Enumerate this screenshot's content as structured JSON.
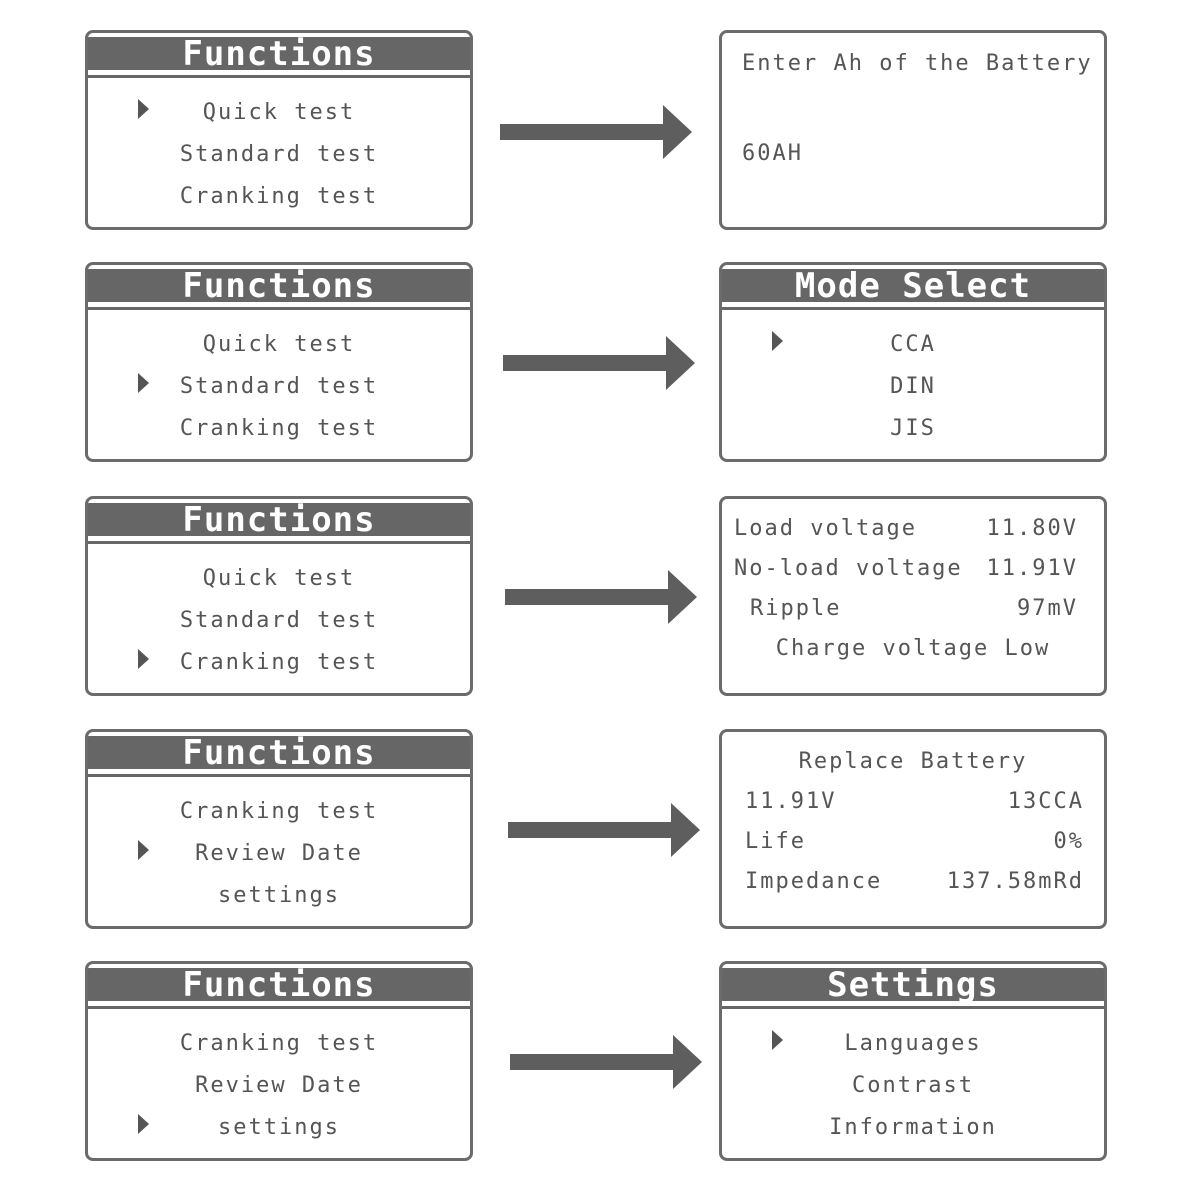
{
  "rows": [
    {
      "left": {
        "title": "Functions",
        "items": [
          "Quick test",
          "Standard test",
          "Cranking test"
        ],
        "selected_index": 0
      },
      "right": {
        "type": "input",
        "prompt": "Enter Ah of the Battery",
        "value": "60AH"
      }
    },
    {
      "left": {
        "title": "Functions",
        "items": [
          "Quick test",
          "Standard test",
          "Cranking test"
        ],
        "selected_index": 1
      },
      "right": {
        "type": "menu",
        "title": "Mode Select",
        "items": [
          "CCA",
          "DIN",
          "JIS"
        ],
        "selected_index": 0
      }
    },
    {
      "left": {
        "title": "Functions",
        "items": [
          "Quick test",
          "Standard test",
          "Cranking test"
        ],
        "selected_index": 2
      },
      "right": {
        "type": "readout",
        "lines": [
          {
            "label": "Load voltage",
            "value": "11.80V"
          },
          {
            "label": "No-load voltage",
            "value": "11.91V"
          },
          {
            "label": "Ripple",
            "value": "97mV"
          }
        ],
        "footer": "Charge voltage Low"
      }
    },
    {
      "left": {
        "title": "Functions",
        "items": [
          "Cranking test",
          "Review Date",
          "settings"
        ],
        "selected_index": 1
      },
      "right": {
        "type": "result",
        "heading": "Replace Battery",
        "lines": [
          {
            "label": "11.91V",
            "value": "13CCA"
          },
          {
            "label": "Life",
            "value": "0%"
          },
          {
            "label": "Impedance",
            "value": "137.58mRd"
          }
        ]
      }
    },
    {
      "left": {
        "title": "Functions",
        "items": [
          "Cranking test",
          "Review Date",
          "settings"
        ],
        "selected_index": 2
      },
      "right": {
        "type": "menu",
        "title": "Settings",
        "items": [
          "Languages",
          "Contrast",
          "Information"
        ],
        "selected_index": 0
      }
    }
  ],
  "colors": {
    "frame": "#6b6b6b",
    "title_bar": "#666666",
    "text": "#555555",
    "arrow": "#5e5e5e"
  }
}
